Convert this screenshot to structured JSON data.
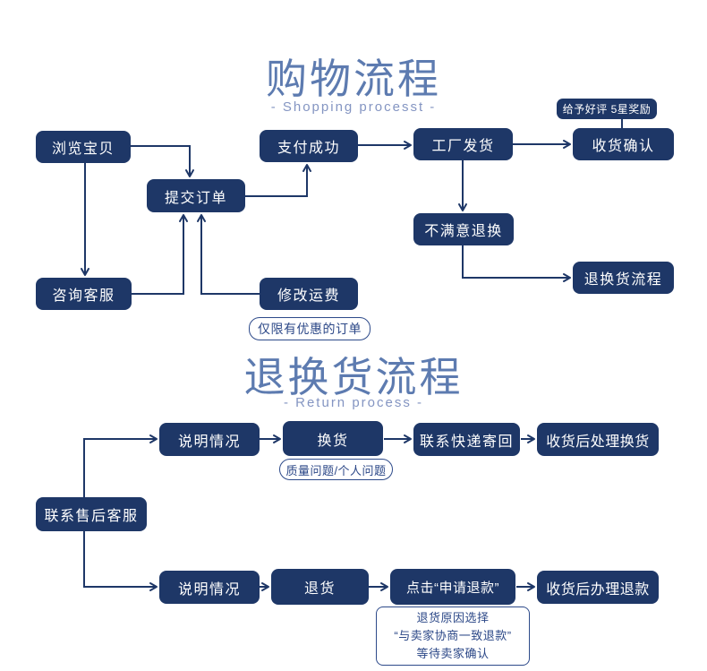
{
  "colors": {
    "box_fill": "#1e3767",
    "box_text": "#ffffff",
    "connector": "#1e3767",
    "title": "#5d7bb0",
    "subtitle": "#8495c2",
    "note_border": "#2d4a8a",
    "note_text": "#2b4787",
    "background": "#ffffff"
  },
  "shopping": {
    "title": "购物流程",
    "subtitle": "- Shopping processt -",
    "badge": "给予好评 5星奖励",
    "nodes": {
      "browse": "浏览宝贝",
      "submit": "提交订单",
      "pay": "支付成功",
      "factory": "工厂发货",
      "receipt": "收货确认",
      "unsatisfied": "不满意退换",
      "return_entry": "退换货流程",
      "consult": "咨询客服",
      "modify_shipping": "修改运费",
      "discount_note": "仅限有优惠的订单"
    }
  },
  "returns": {
    "title": "退换货流程",
    "subtitle": "- Return process -",
    "nodes": {
      "contact": "联系售后客服",
      "explain_exchange": "说明情况",
      "exchange": "换货",
      "courier": "联系快递寄回",
      "process_exchange": "收货后处理换货",
      "exchange_note": "质量问题/个人问题",
      "explain_refund": "说明情况",
      "return_goods": "退货",
      "click_refund": "点击“申请退款”",
      "process_refund": "收货后办理退款",
      "refund_note_line1": "退货原因选择",
      "refund_note_line2": "“与卖家协商一致退款”",
      "refund_note_line3": "等待卖家确认"
    }
  }
}
